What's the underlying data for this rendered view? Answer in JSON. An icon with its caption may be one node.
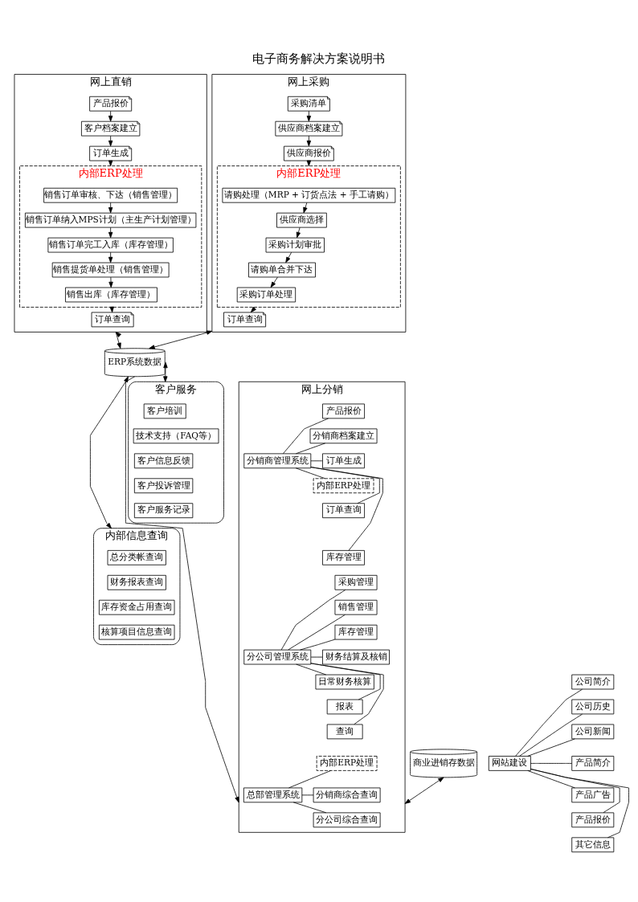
{
  "diagram": {
    "title": "电子商务解决方案说明书",
    "nodes": [
      {
        "text": [
          "网上直销"
        ]
      },
      {
        "text": [
          "产品报价"
        ],
        "in": 0
      },
      {
        "text": [
          "客户档案建立"
        ],
        "in": 0
      },
      {
        "text": [
          "订单生成"
        ],
        "in": 0
      },
      {
        "text": [
          "内部ERP处理"
        ],
        "in": 0
      },
      {
        "text": [
          "销售订单审核、下达（销售管理）"
        ],
        "in": 4
      },
      {
        "text": [
          "销售订单纳入MPS计划（主生产计划管理）"
        ],
        "in": 4
      },
      {
        "text": [
          "销售订单完工入库（库存管理）"
        ],
        "in": 4
      },
      {
        "text": [
          "销售提货单处理（销售管理）"
        ],
        "in": 4
      },
      {
        "text": [
          "销售出库（库存管理）"
        ],
        "in": 4
      },
      {
        "text": [
          "订单查询"
        ],
        "in": 0
      },
      {
        "text": [
          "网上采购"
        ]
      },
      {
        "text": [
          "采购清单"
        ],
        "in": 11
      },
      {
        "text": [
          "供应商档案建立"
        ],
        "in": 11
      },
      {
        "text": [
          "供应商报价"
        ],
        "in": 11
      },
      {
        "text": [
          "内部ERP处理"
        ],
        "in": 11
      },
      {
        "text": [
          "请购处理（MRP + 订货点法 + 手工请购）"
        ],
        "in": 15
      },
      {
        "text": [
          "供应商选择"
        ],
        "in": 15
      },
      {
        "text": [
          "采购计划审批"
        ],
        "in": 15
      },
      {
        "text": [
          "请购单合并下达"
        ],
        "in": 15
      },
      {
        "text": [
          "采购订单处理"
        ],
        "in": 15
      },
      {
        "text": [
          "订单查询"
        ],
        "in": 11
      },
      {
        "text": [
          "网上分销"
        ]
      },
      {
        "text": [
          "分销商管理系统"
        ],
        "in": 22
      },
      {
        "text": [
          "产品报价"
        ],
        "in": 22
      },
      {
        "text": [
          "分销商档案建立"
        ],
        "in": 22
      },
      {
        "text": [
          "订单生成"
        ],
        "in": 22
      },
      {
        "text": [
          "内部ERP处理"
        ],
        "in": 22
      },
      {
        "text": [
          "订单查询"
        ],
        "in": 22
      },
      {
        "text": [
          "库存管理"
        ],
        "in": 22
      },
      {
        "text": [
          "分公司管理系统"
        ],
        "in": 22
      },
      {
        "text": [
          "采购管理"
        ],
        "in": 22
      },
      {
        "text": [
          "销售管理"
        ],
        "in": 22
      },
      {
        "text": [
          "库存管理"
        ],
        "in": 22
      },
      {
        "text": [
          "财务结算及核销"
        ],
        "in": 22
      },
      {
        "text": [
          "日常财务核算"
        ],
        "in": 22
      },
      {
        "text": [
          "报表"
        ],
        "in": 22
      },
      {
        "text": [
          "查询"
        ],
        "in": 22
      },
      {
        "text": [
          "总部管理系统"
        ],
        "in": 22
      },
      {
        "text": [
          "内部ERP处理"
        ],
        "in": 22
      },
      {
        "text": [
          "分销商综合查询"
        ],
        "in": 22
      },
      {
        "text": [
          "分公司综合查询"
        ],
        "in": 22
      },
      {
        "text": [
          "ERP系统数据"
        ]
      },
      {
        "text": [
          "客户服务"
        ]
      },
      {
        "text": [
          "客户培训"
        ],
        "in": 43
      },
      {
        "text": [
          "技术支持（FAQ等）"
        ],
        "in": 43
      },
      {
        "text": [
          "客户信息反馈"
        ],
        "in": 43
      },
      {
        "text": [
          "客户投诉管理"
        ],
        "in": 43
      },
      {
        "text": [
          "客户服务记录"
        ],
        "in": 43
      },
      {
        "text": [
          "内部信息查询"
        ]
      },
      {
        "text": [
          "总分类帐查询"
        ],
        "in": 49
      },
      {
        "text": [
          "财务报表查询"
        ],
        "in": 49
      },
      {
        "text": [
          "库存资金占用查询"
        ],
        "in": 49
      },
      {
        "text": [
          "核算项目信息查询"
        ],
        "in": 49
      },
      {
        "text": [
          "商业进销存数据"
        ]
      },
      {
        "text": [
          "网站建设"
        ]
      },
      {
        "text": [
          "公司简介"
        ]
      },
      {
        "text": [
          "公司历史"
        ]
      },
      {
        "text": [
          "公司新闻"
        ]
      },
      {
        "text": [
          "产品简介"
        ]
      },
      {
        "text": [
          "产品广告"
        ]
      },
      {
        "text": [
          "产品报价"
        ]
      },
      {
        "text": [
          "其它信息"
        ]
      }
    ],
    "edges": [
      {
        "from": 1,
        "to": 2,
        "arrow": "to"
      },
      {
        "from": 2,
        "to": 3,
        "arrow": "to"
      },
      {
        "from": 3,
        "to": 4,
        "arrow": "to"
      },
      {
        "from": 5,
        "to": 6,
        "arrow": "to"
      },
      {
        "from": 6,
        "to": 7,
        "arrow": "to"
      },
      {
        "from": 7,
        "to": 8,
        "arrow": "to"
      },
      {
        "from": 8,
        "to": 9,
        "arrow": "to"
      },
      {
        "from": 4,
        "to": 10,
        "arrow": "to"
      },
      {
        "from": 12,
        "to": 13,
        "arrow": "to"
      },
      {
        "from": 13,
        "to": 14,
        "arrow": "to"
      },
      {
        "from": 14,
        "to": 15,
        "arrow": "to"
      },
      {
        "from": 16,
        "to": 17,
        "arrow": "to"
      },
      {
        "from": 17,
        "to": 18,
        "arrow": "to"
      },
      {
        "from": 18,
        "to": 19,
        "arrow": "to"
      },
      {
        "from": 19,
        "to": 20,
        "arrow": "to"
      },
      {
        "from": 15,
        "to": 21,
        "arrow": "to"
      },
      {
        "from": 0,
        "to": 42,
        "arrow": "both"
      },
      {
        "from": 11,
        "to": 42,
        "arrow": "both"
      },
      {
        "from": 22,
        "to": 42,
        "arrow": "both"
      },
      {
        "from": 42,
        "to": 43,
        "arrow": "both"
      },
      {
        "from": 42,
        "to": 49,
        "arrow": "to"
      },
      {
        "from": 22,
        "to": 54,
        "arrow": "both"
      },
      {
        "from": 23,
        "to": 24,
        "arrow": "none"
      },
      {
        "from": 23,
        "to": 25,
        "arrow": "none"
      },
      {
        "from": 23,
        "to": 26,
        "arrow": "none"
      },
      {
        "from": 23,
        "to": 27,
        "arrow": "none"
      },
      {
        "from": 23,
        "to": 28,
        "arrow": "none"
      },
      {
        "from": 23,
        "to": 29,
        "arrow": "none"
      },
      {
        "from": 30,
        "to": 31,
        "arrow": "none"
      },
      {
        "from": 30,
        "to": 32,
        "arrow": "none"
      },
      {
        "from": 30,
        "to": 33,
        "arrow": "none"
      },
      {
        "from": 30,
        "to": 34,
        "arrow": "none"
      },
      {
        "from": 30,
        "to": 35,
        "arrow": "none"
      },
      {
        "from": 30,
        "to": 36,
        "arrow": "none"
      },
      {
        "from": 30,
        "to": 37,
        "arrow": "none"
      },
      {
        "from": 38,
        "to": 39,
        "arrow": "none"
      },
      {
        "from": 38,
        "to": 40,
        "arrow": "none"
      },
      {
        "from": 38,
        "to": 41,
        "arrow": "none"
      },
      {
        "from": 55,
        "to": 56,
        "arrow": "none"
      },
      {
        "from": 55,
        "to": 57,
        "arrow": "none"
      },
      {
        "from": 55,
        "to": 58,
        "arrow": "none"
      },
      {
        "from": 55,
        "to": 59,
        "arrow": "none"
      },
      {
        "from": 55,
        "to": 60,
        "arrow": "none"
      },
      {
        "from": 55,
        "to": 61,
        "arrow": "none"
      },
      {
        "from": 55,
        "to": 62,
        "arrow": "none"
      }
    ]
  }
}
